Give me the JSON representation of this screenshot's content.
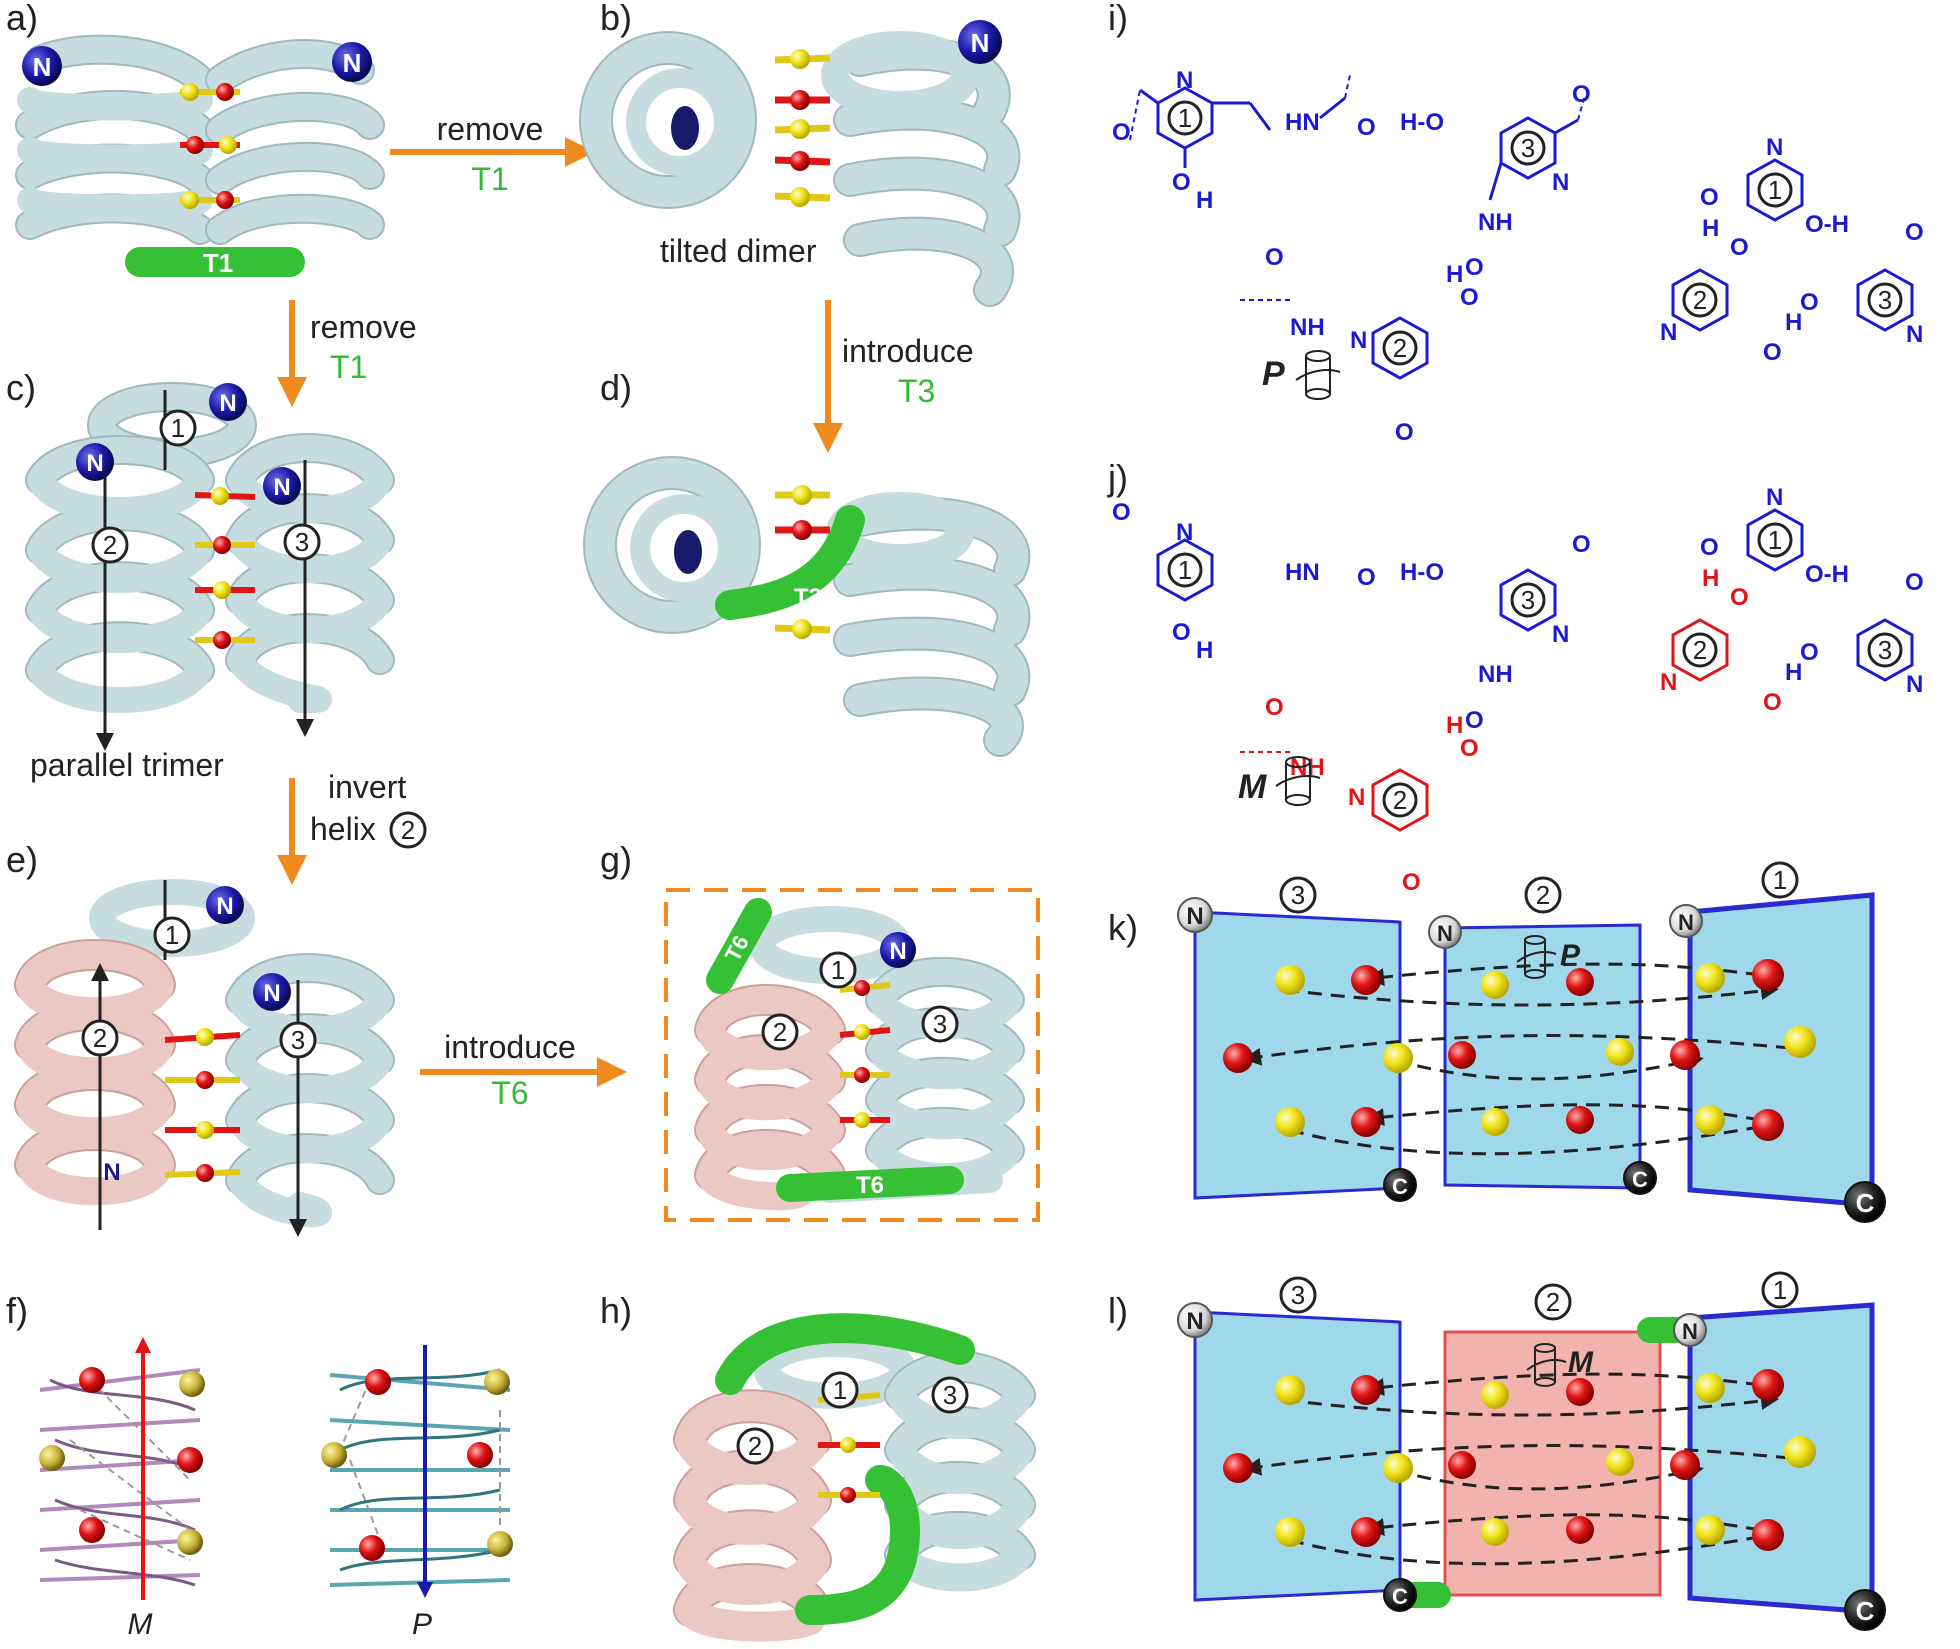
{
  "panels": {
    "a": "a)",
    "b": "b)",
    "c": "c)",
    "d": "d)",
    "e": "e)",
    "f": "f)",
    "g": "g)",
    "h": "h)",
    "i": "i)",
    "j": "j)",
    "k": "k)",
    "l": "l)"
  },
  "termini": {
    "n": "N",
    "c": "C"
  },
  "loops": {
    "t1": "T1",
    "t3": "T3",
    "t6": "T6"
  },
  "captions": {
    "tilted_dimer": "tilted dimer",
    "parallel_trimer": "parallel trimer"
  },
  "steps": {
    "remove_word": "remove",
    "introduce_word": "introduce",
    "invert_word": "invert",
    "helix_word": "helix",
    "t1": "T1",
    "t3": "T3",
    "t6": "T6"
  },
  "helix_numbers": [
    "1",
    "2",
    "3"
  ],
  "handedness": {
    "p": "P",
    "m": "M"
  },
  "atoms": {
    "o": "O",
    "n": "N",
    "h": "H",
    "hn": "HN",
    "ho": "H-O",
    "oh": "O-H",
    "nh": "NH"
  },
  "colors": {
    "helix_blue": "#c6dcdf",
    "helix_pink": "#ecc8c4",
    "loop_green": "#35c035",
    "arrow_orange": "#f08a1e",
    "n_terminus": "#1a1aa8",
    "chem_blue": "#1a1ad0",
    "chem_red": "#e01515",
    "panel_blue": "#9fd8ea",
    "panel_red": "#f2b3ae",
    "donor_yellow": "#f1e41a",
    "acceptor_red": "#e01515"
  }
}
